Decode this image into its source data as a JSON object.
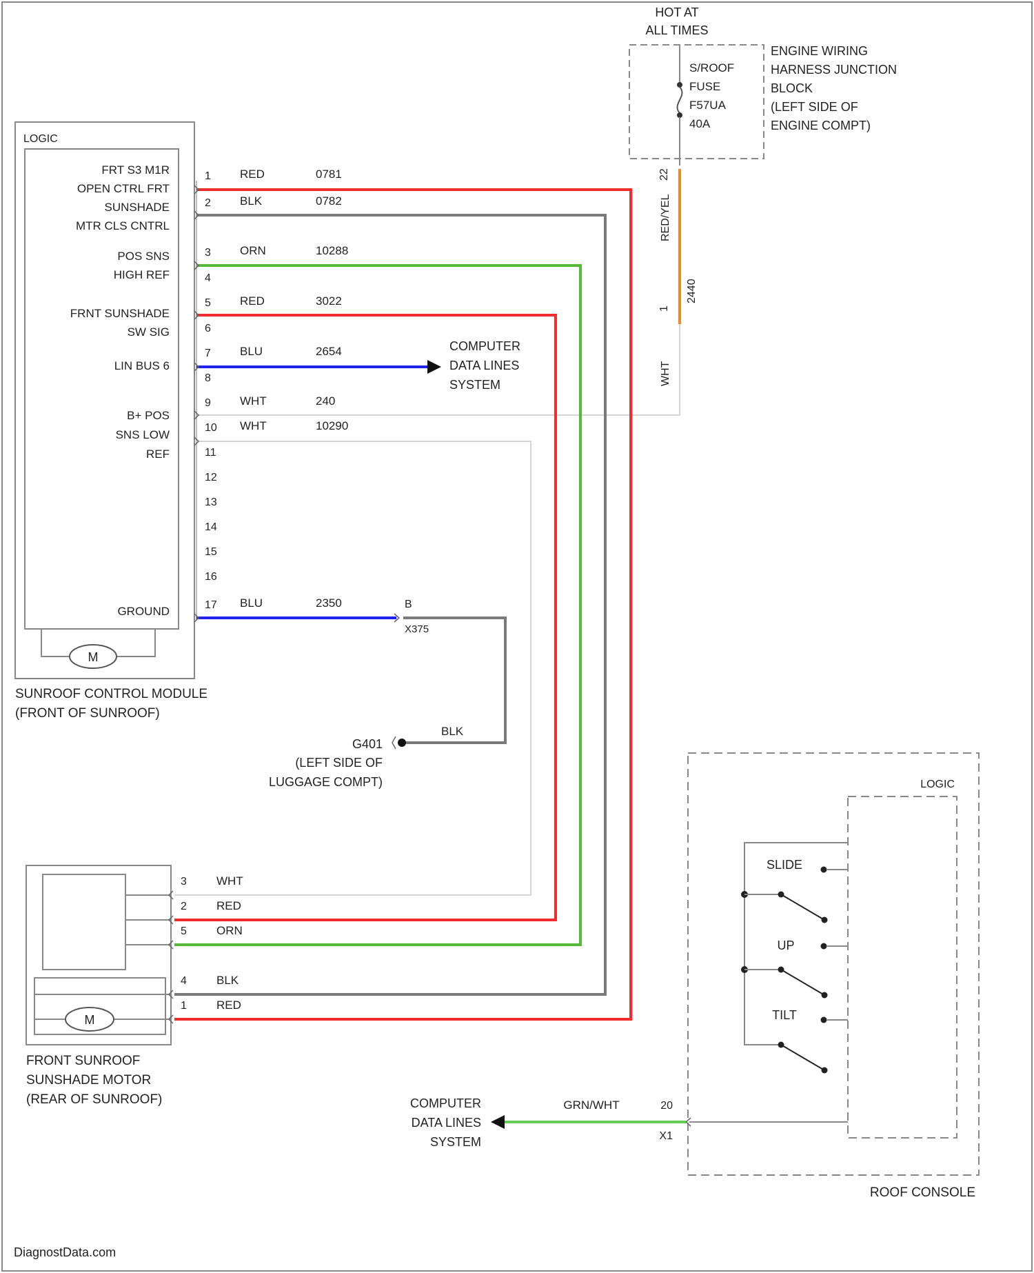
{
  "colors": {
    "red": "#f02c2c",
    "black": "#7a7a7a",
    "orange_green": "#54b838",
    "blue": "#2222ee",
    "white_wire": "#d4d4d4",
    "orange": "#ef8a2a",
    "green_white": "#66cc55",
    "outline": "#888888",
    "text": "#222222"
  },
  "fuse_block": {
    "hot_label": [
      "HOT AT",
      "ALL TIMES"
    ],
    "fuse_label": [
      "S/ROOF",
      "FUSE",
      "F57UA",
      "40A"
    ],
    "desc": [
      "ENGINE WIRING",
      "HARNESS JUNCTION",
      "BLOCK",
      "(LEFT SIDE OF",
      "ENGINE COMPT)"
    ],
    "pin_top": "22",
    "pin_bottom": "1",
    "wire_color": "RED/YEL",
    "circuit": "2440",
    "lower_wire_color": "WHT"
  },
  "module": {
    "logic_label": "LOGIC",
    "functions": [
      [
        "FRT S3 M1R",
        "OPEN CTRL FRT",
        "SUNSHADE",
        "MTR CLS CNTRL"
      ],
      [
        "POS SNS",
        "HIGH REF"
      ],
      [
        "FRNT SUNSHADE",
        "SW SIG"
      ],
      [
        "LIN BUS 6"
      ],
      [
        "B+ POS",
        "SNS LOW",
        "REF"
      ],
      [
        "GROUND"
      ]
    ],
    "name": [
      "SUNROOF CONTROL MODULE",
      "(FRONT OF SUNROOF)"
    ],
    "motor": "M"
  },
  "pins": [
    {
      "num": "1",
      "color": "RED",
      "circuit": "0781"
    },
    {
      "num": "2",
      "color": "BLK",
      "circuit": "0782"
    },
    {
      "num": "3",
      "color": "ORN",
      "circuit": "10288"
    },
    {
      "num": "4",
      "color": "",
      "circuit": ""
    },
    {
      "num": "5",
      "color": "RED",
      "circuit": "3022"
    },
    {
      "num": "6",
      "color": "",
      "circuit": ""
    },
    {
      "num": "7",
      "color": "BLU",
      "circuit": "2654"
    },
    {
      "num": "8",
      "color": "",
      "circuit": ""
    },
    {
      "num": "9",
      "color": "WHT",
      "circuit": "240"
    },
    {
      "num": "10",
      "color": "WHT",
      "circuit": "10290"
    },
    {
      "num": "11",
      "color": "",
      "circuit": ""
    },
    {
      "num": "12",
      "color": "",
      "circuit": ""
    },
    {
      "num": "13",
      "color": "",
      "circuit": ""
    },
    {
      "num": "14",
      "color": "",
      "circuit": ""
    },
    {
      "num": "15",
      "color": "",
      "circuit": ""
    },
    {
      "num": "16",
      "color": "",
      "circuit": ""
    },
    {
      "num": "17",
      "color": "BLU",
      "circuit": "2350"
    }
  ],
  "computer_data_top": [
    "COMPUTER",
    "DATA LINES",
    "SYSTEM"
  ],
  "ground_splice": {
    "pin": "B",
    "conn": "X375",
    "wire": "BLK"
  },
  "ground": {
    "id": "G401",
    "desc": [
      "(LEFT SIDE OF",
      "LUGGAGE COMPT)"
    ]
  },
  "shade_motor": {
    "pins": [
      {
        "num": "3",
        "color": "WHT"
      },
      {
        "num": "2",
        "color": "RED"
      },
      {
        "num": "5",
        "color": "ORN"
      },
      {
        "num": "4",
        "color": "BLK"
      },
      {
        "num": "1",
        "color": "RED"
      }
    ],
    "motor": "M",
    "name": [
      "FRONT SUNROOF",
      "SUNSHADE MOTOR",
      "(REAR OF SUNROOF)"
    ]
  },
  "roof_console": {
    "logic": "LOGIC",
    "switches": [
      "SLIDE",
      "UP",
      "TILT"
    ],
    "name": "ROOF CONSOLE",
    "pin": "20",
    "conn": "X1",
    "wire": "GRN/WHT"
  },
  "computer_data_bottom": [
    "COMPUTER",
    "DATA LINES",
    "SYSTEM"
  ],
  "watermark": "DiagnostData.com"
}
